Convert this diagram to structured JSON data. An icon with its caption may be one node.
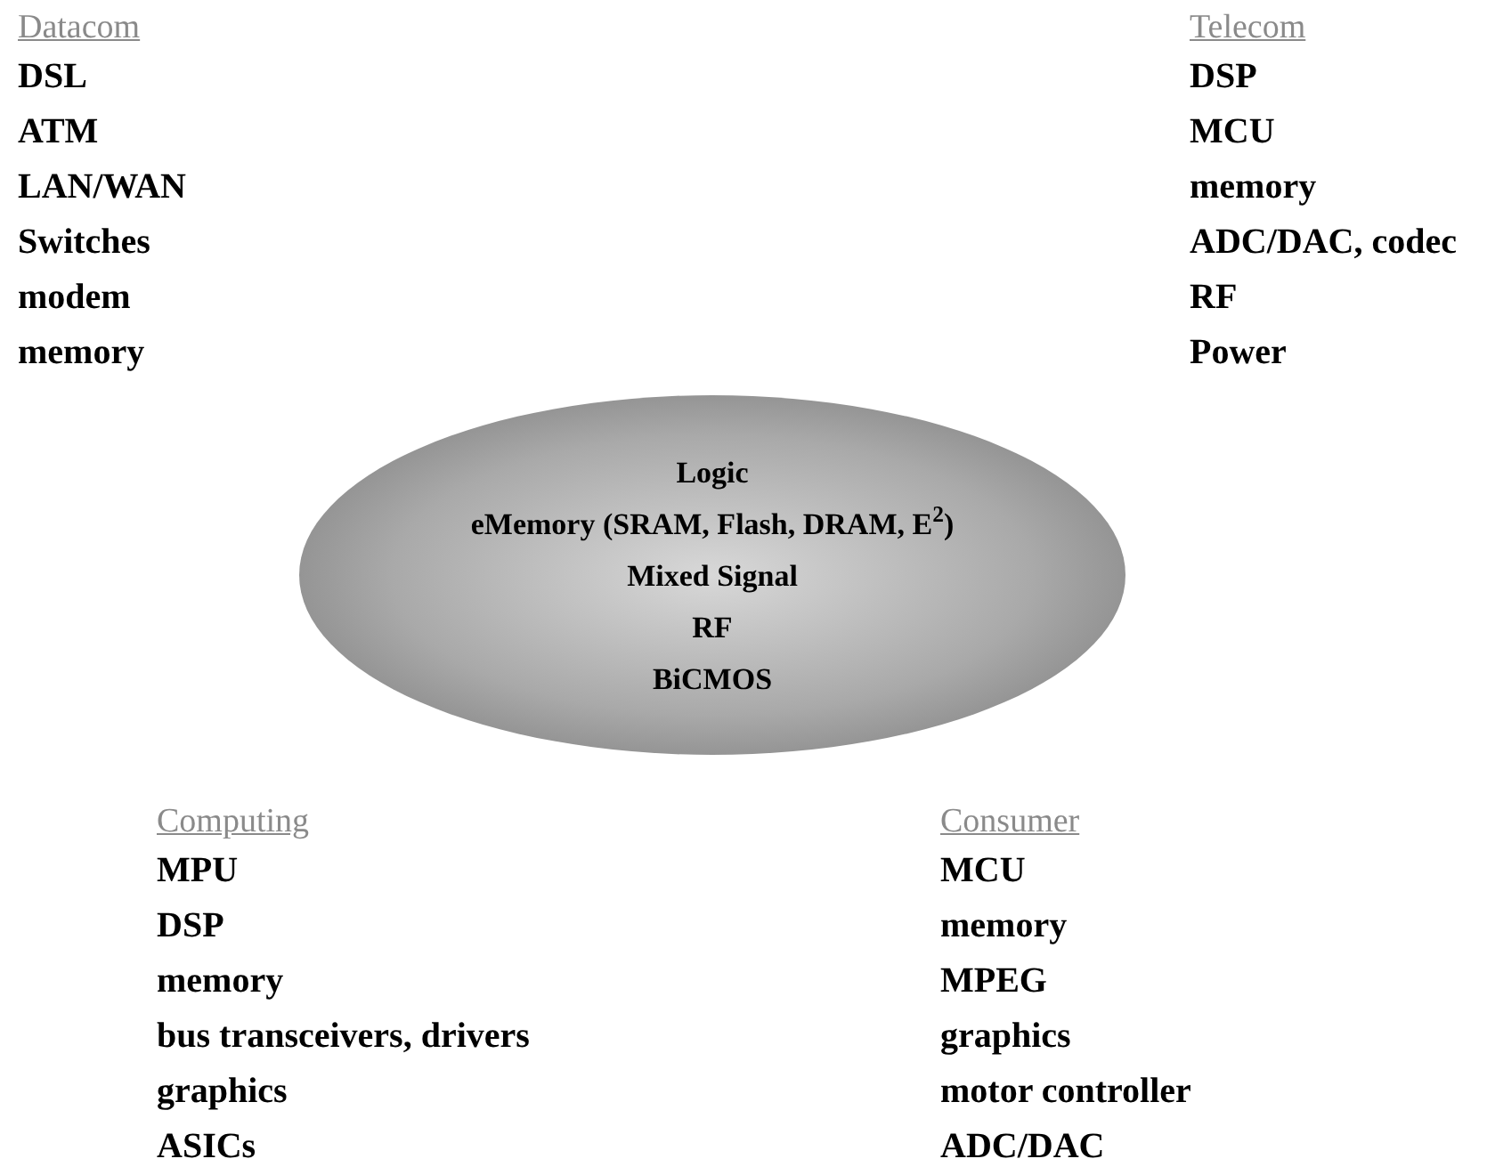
{
  "diagram": {
    "nodes": [
      {
        "text": [
          "Logic",
          "eMemory (SRAM, Flash, DRAM, E$^{2}$)",
          "Mixed Signal",
          "RF",
          "BiCMOS"
        ]
      }
    ],
    "edges": [],
    "labels": [
      "Datacom",
      "DSL",
      "ATM",
      "LAN/WAN",
      "Switches",
      "modem",
      "memory",
      "Telecom",
      "DSP",
      "MCU",
      "memory",
      "ADC/DAC, codec",
      "RF",
      "Power",
      "Computing",
      "MPU",
      "DSP",
      "memory",
      "bus transceivers, drivers",
      "graphics",
      "ASICs",
      "Consumer",
      "MCU",
      "memory",
      "MPEG",
      "graphics",
      "motor controller",
      "ADC/DAC"
    ]
  }
}
